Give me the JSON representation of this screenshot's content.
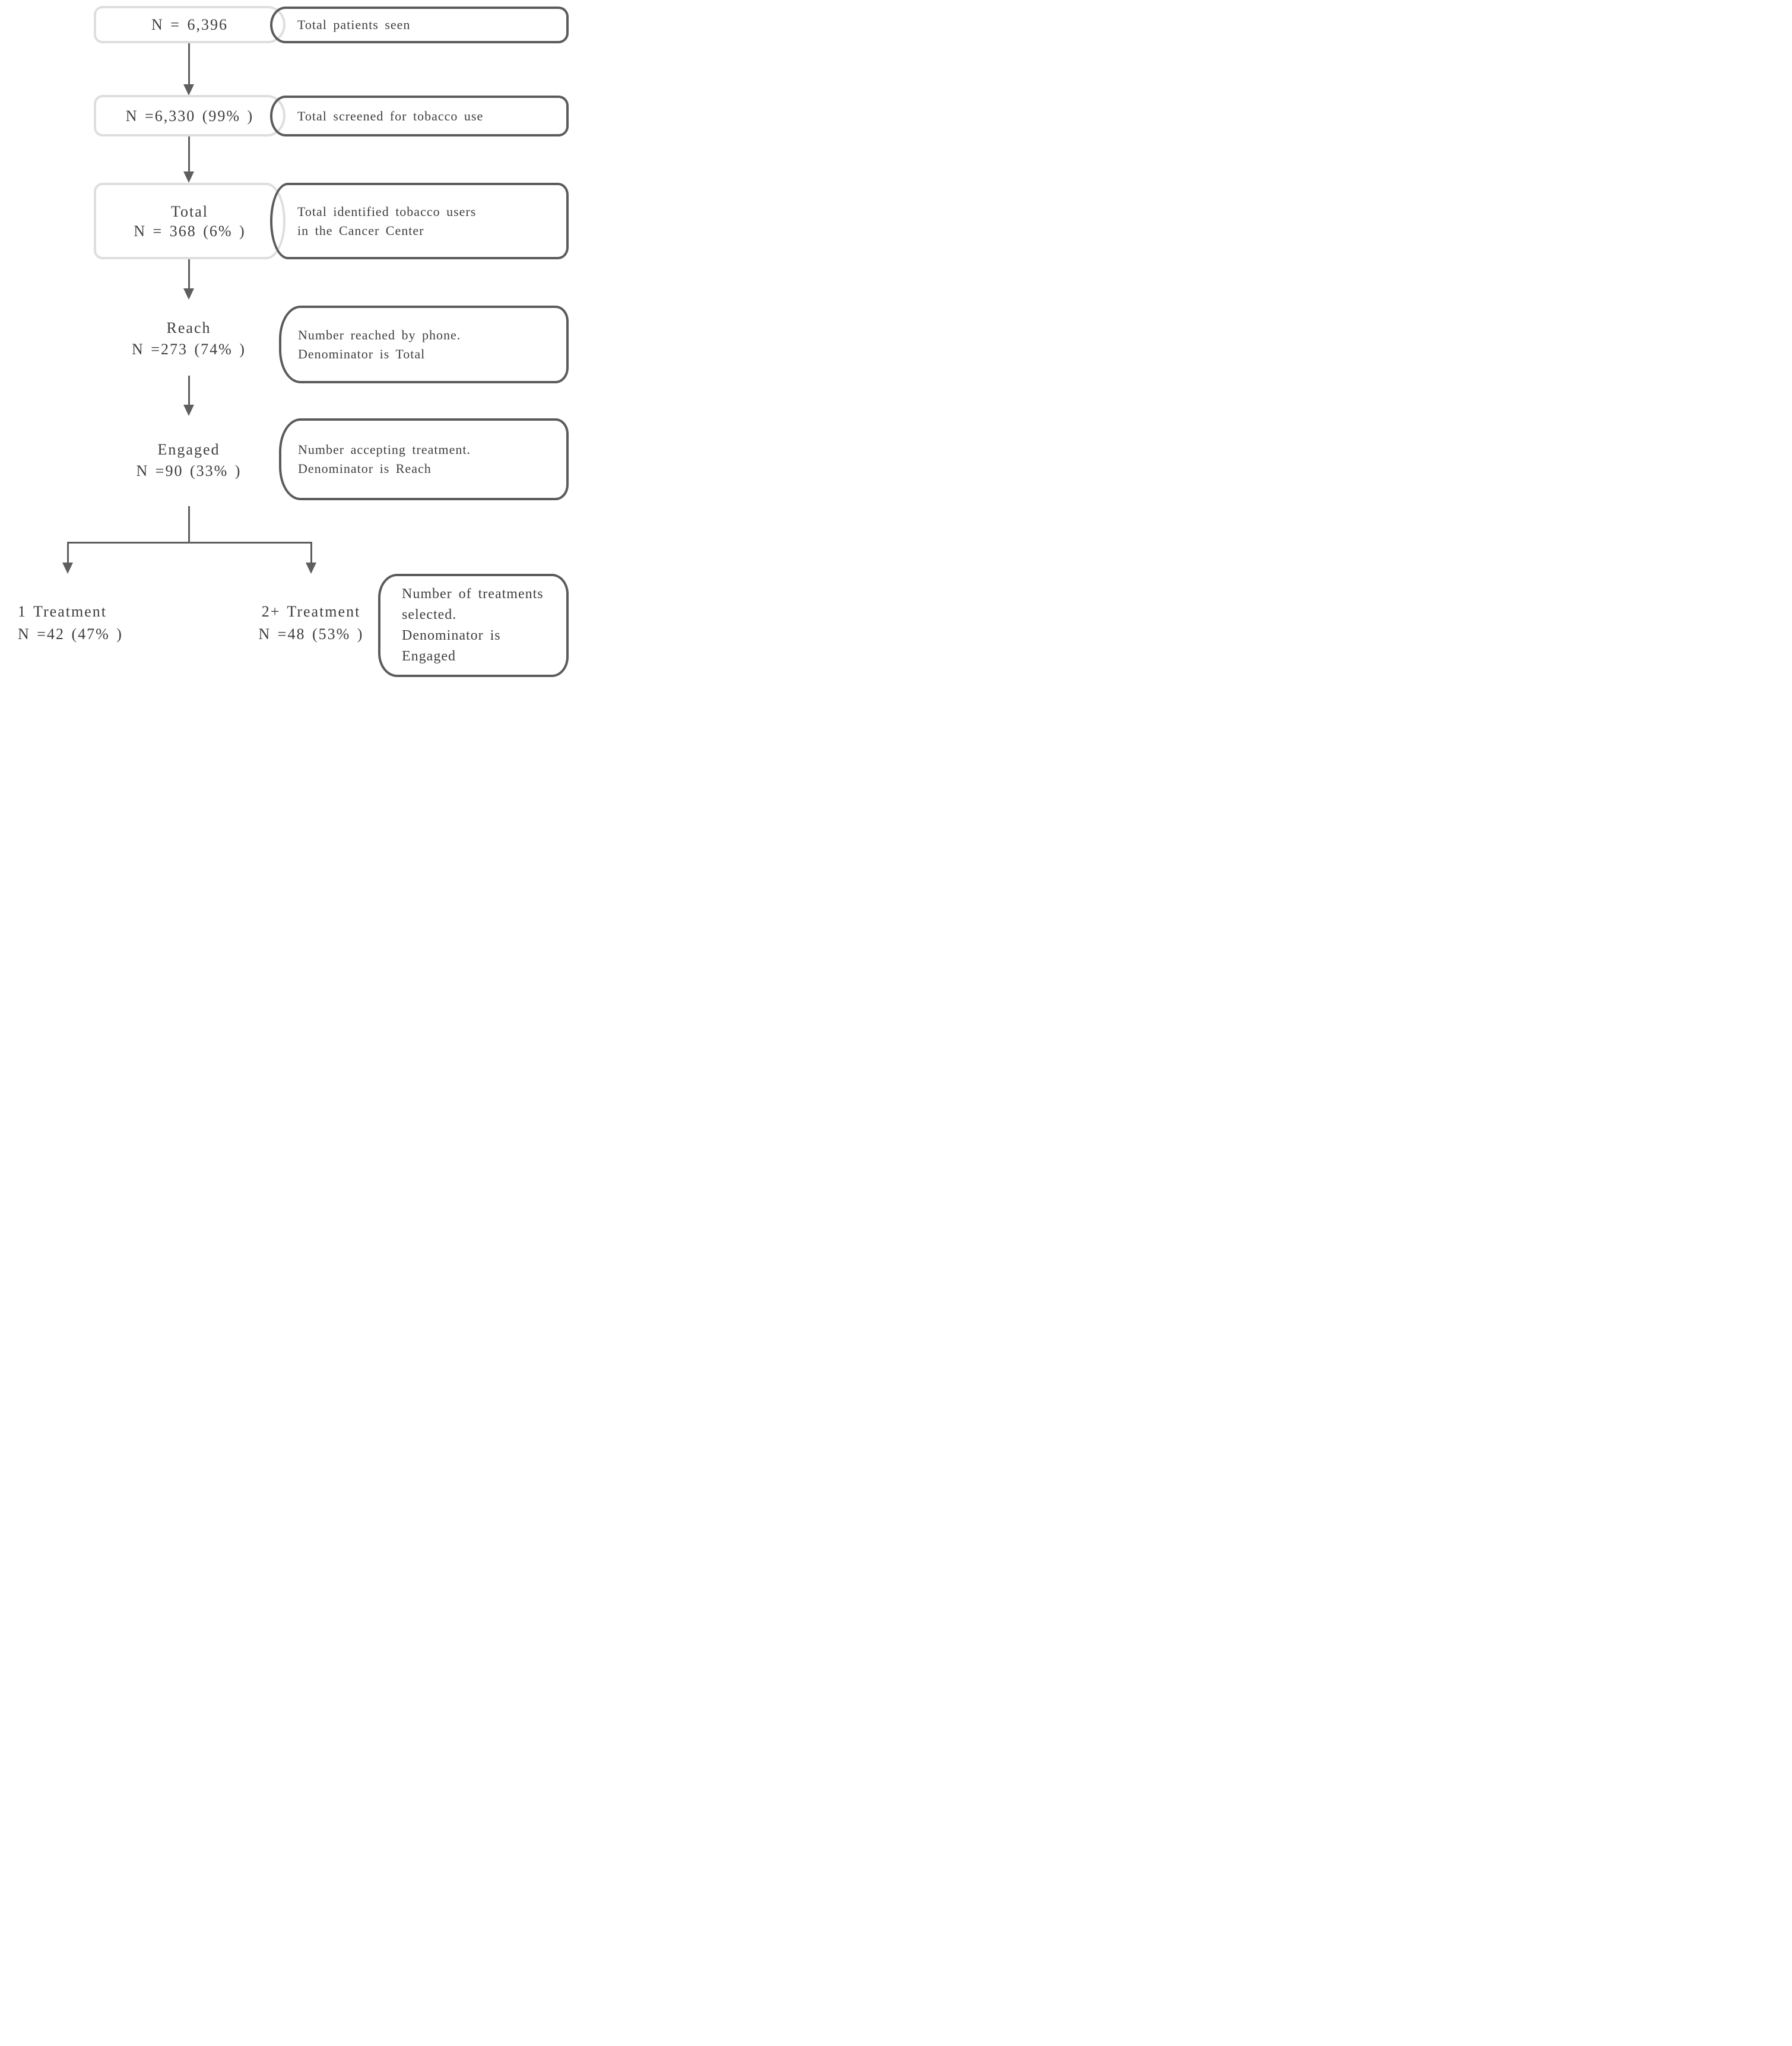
{
  "diagram": {
    "rows": {
      "patients": {
        "value": "N = 6,396",
        "note_lines": [
          "Total patients seen"
        ]
      },
      "screened": {
        "value": "N =6,330 (99% )",
        "note_lines": [
          "Total screened for tobacco use"
        ]
      },
      "tobacco_users": {
        "title": "Total",
        "value": "N = 368 (6% )",
        "note_lines": [
          "Total identified tobacco users",
          "in the Cancer Center"
        ]
      },
      "reach": {
        "title": "Reach",
        "value": "N =273 (74% )",
        "note_lines": [
          "Number reached by phone.",
          "Denominator is Total"
        ]
      },
      "engaged": {
        "title": "Engaged",
        "value": "N =90 (33% )",
        "note_lines": [
          "Number accepting treatment.",
          "Denominator is Reach"
        ]
      },
      "one_treatment": {
        "title": "1 Treatment",
        "value": "N =42 (47% )"
      },
      "two_plus_treatment": {
        "title": "2+ Treatment",
        "value": "N =48 (53% )"
      },
      "treatments_note": {
        "note_lines": [
          "Number of treatments",
          "selected.",
          "Denominator is",
          "Engaged"
        ]
      }
    },
    "colors": {
      "dark_border": "#5b5b5b",
      "light_border": "#dedede",
      "text": "#3e3e3e",
      "arrow": "#5e5e5e"
    }
  }
}
